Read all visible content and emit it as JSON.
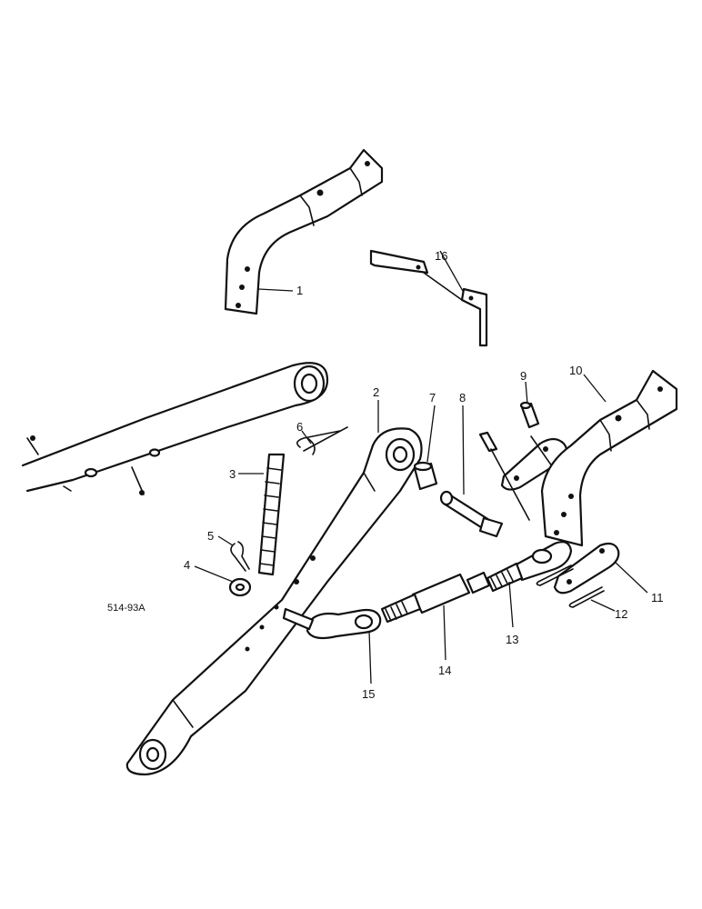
{
  "diagram": {
    "reference_code": "514-93A",
    "callouts": [
      "1",
      "2",
      "3",
      "4",
      "5",
      "6",
      "7",
      "8",
      "9",
      "10",
      "11",
      "12",
      "13",
      "14",
      "15",
      "16"
    ]
  }
}
